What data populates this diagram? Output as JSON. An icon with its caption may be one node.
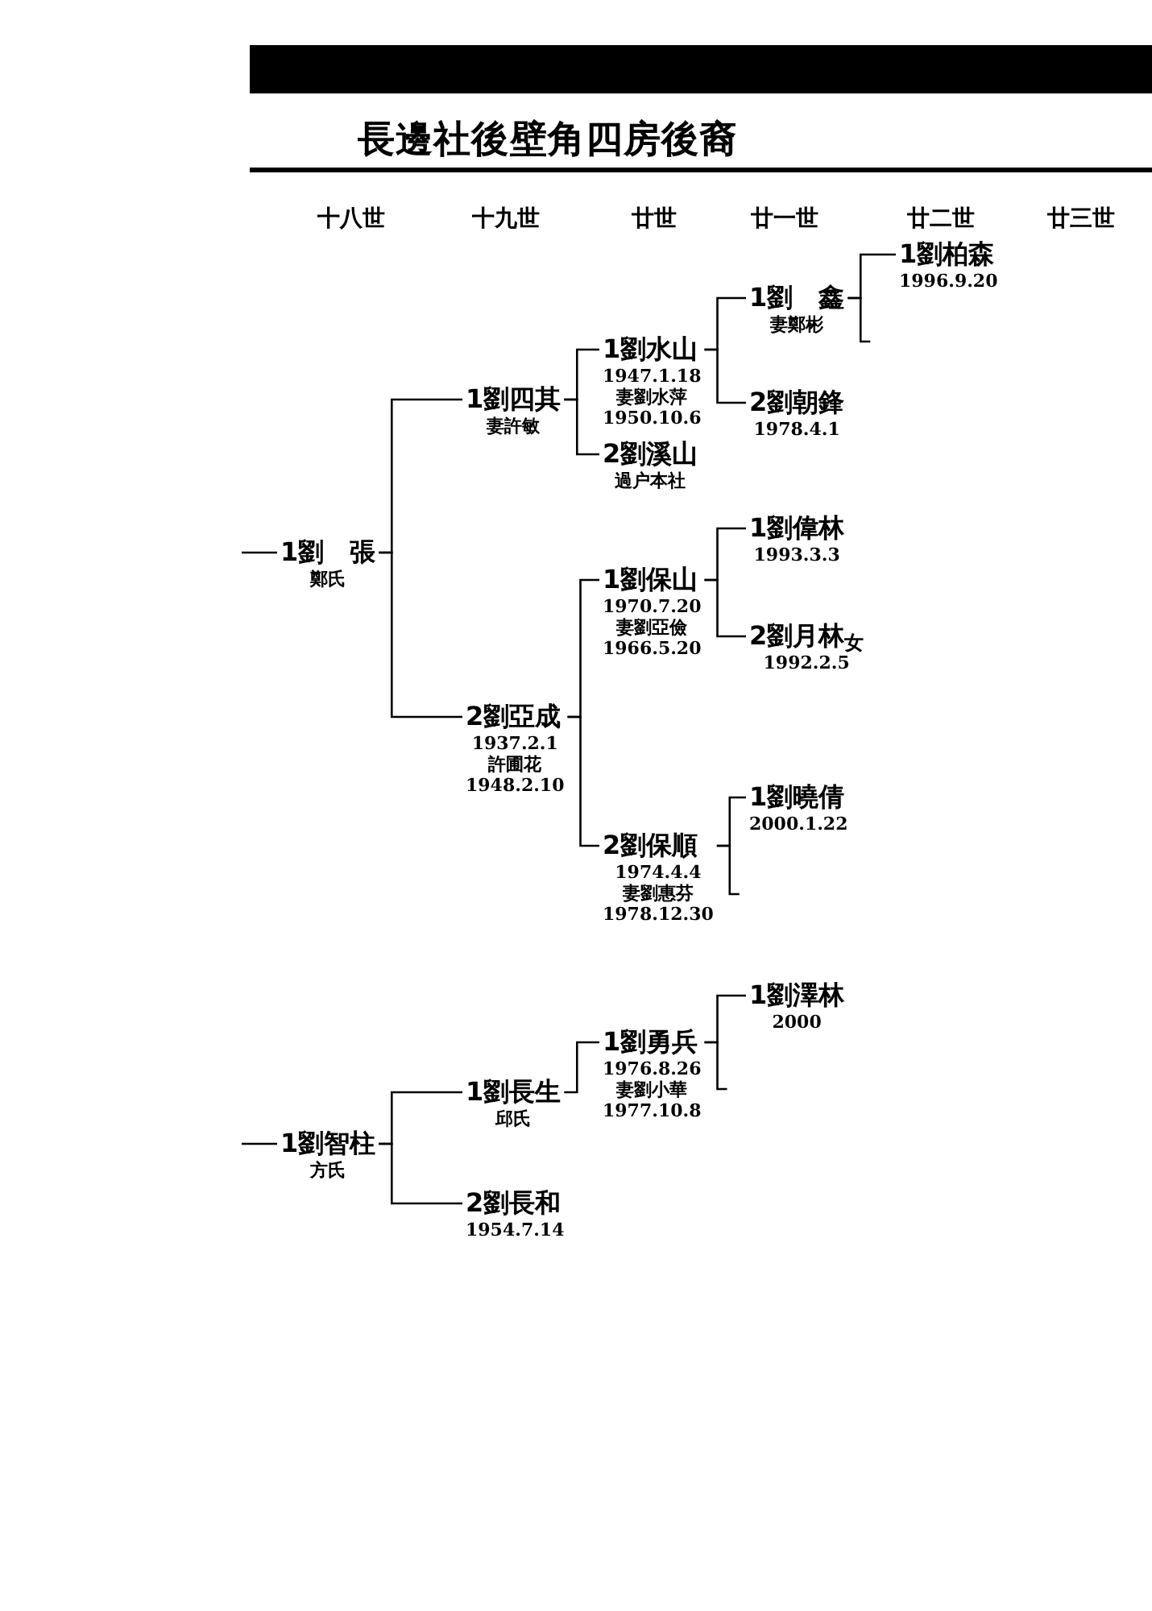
{
  "diagram": {
    "title": "長邊社後壁角四房後裔",
    "nodes": [
      {
        "text": [
          "1劉　張",
          "鄭氏"
        ]
      },
      {
        "text": [
          "1劉四其",
          "妻許敏"
        ]
      },
      {
        "text": [
          "1劉水山",
          "1947.1.18",
          "妻劉水萍",
          "1950.10.6"
        ]
      },
      {
        "text": [
          "1劉　鑫",
          "妻鄭彬"
        ]
      },
      {
        "text": [
          "1劉柏森",
          "1996.9.20"
        ]
      },
      {
        "text": [
          "2劉朝鋒",
          "1978.4.1"
        ]
      },
      {
        "text": [
          "2劉溪山",
          "過户本社"
        ]
      },
      {
        "text": [
          "2劉亞成",
          "1937.2.1",
          "許圃花",
          "1948.2.10"
        ]
      },
      {
        "text": [
          "1劉保山",
          "1970.7.20",
          "妻劉亞儉",
          "1966.5.20"
        ]
      },
      {
        "text": [
          "1劉偉林",
          "1993.3.3"
        ]
      },
      {
        "text": [
          "2劉月林$_{女}$",
          "1992.2.5"
        ]
      },
      {
        "text": [
          "1劉曉倩",
          "2000.1.22"
        ]
      },
      {
        "text": [
          "2劉保順",
          "1974.4.4",
          "妻劉惠芬",
          "1978.12.30"
        ]
      },
      {
        "text": [
          "1劉智柱",
          "方氏"
        ]
      },
      {
        "text": [
          "1劉長生",
          "邱氏"
        ]
      },
      {
        "text": [
          "1劉勇兵",
          "1976.8.26",
          "妻劉小華",
          "1977.10.8"
        ]
      },
      {
        "text": [
          "1劉澤林",
          "2000"
        ]
      },
      {
        "text": [
          "2劉長和",
          "1954.7.14"
        ]
      }
    ],
    "edges": [
      {
        "from": null,
        "to": 0,
        "arrow": "none"
      },
      {
        "from": 0,
        "to": 1,
        "arrow": "none"
      },
      {
        "from": 0,
        "to": 7,
        "arrow": "none"
      },
      {
        "from": 1,
        "to": 2,
        "arrow": "none"
      },
      {
        "from": 1,
        "to": 6,
        "arrow": "none"
      },
      {
        "from": 2,
        "to": 3,
        "arrow": "none"
      },
      {
        "from": 2,
        "to": 5,
        "arrow": "none"
      },
      {
        "from": 3,
        "to": 4,
        "arrow": "none"
      },
      {
        "from": 7,
        "to": 8,
        "arrow": "none"
      },
      {
        "from": 7,
        "to": 12,
        "arrow": "none"
      },
      {
        "from": 8,
        "to": 9,
        "arrow": "none"
      },
      {
        "from": 8,
        "to": 10,
        "arrow": "none"
      },
      {
        "from": 12,
        "to": 11,
        "arrow": "none"
      },
      {
        "from": null,
        "to": 13,
        "arrow": "none"
      },
      {
        "from": 13,
        "to": 14,
        "arrow": "none"
      },
      {
        "from": 13,
        "to": 17,
        "arrow": "none"
      },
      {
        "from": 14,
        "to": 15,
        "arrow": "none"
      },
      {
        "from": 15,
        "to": 16,
        "arrow": "none"
      }
    ],
    "labels": [
      "十八世",
      "十九世",
      "廿世",
      "廿一世",
      "廿二世",
      "廿三世"
    ]
  }
}
